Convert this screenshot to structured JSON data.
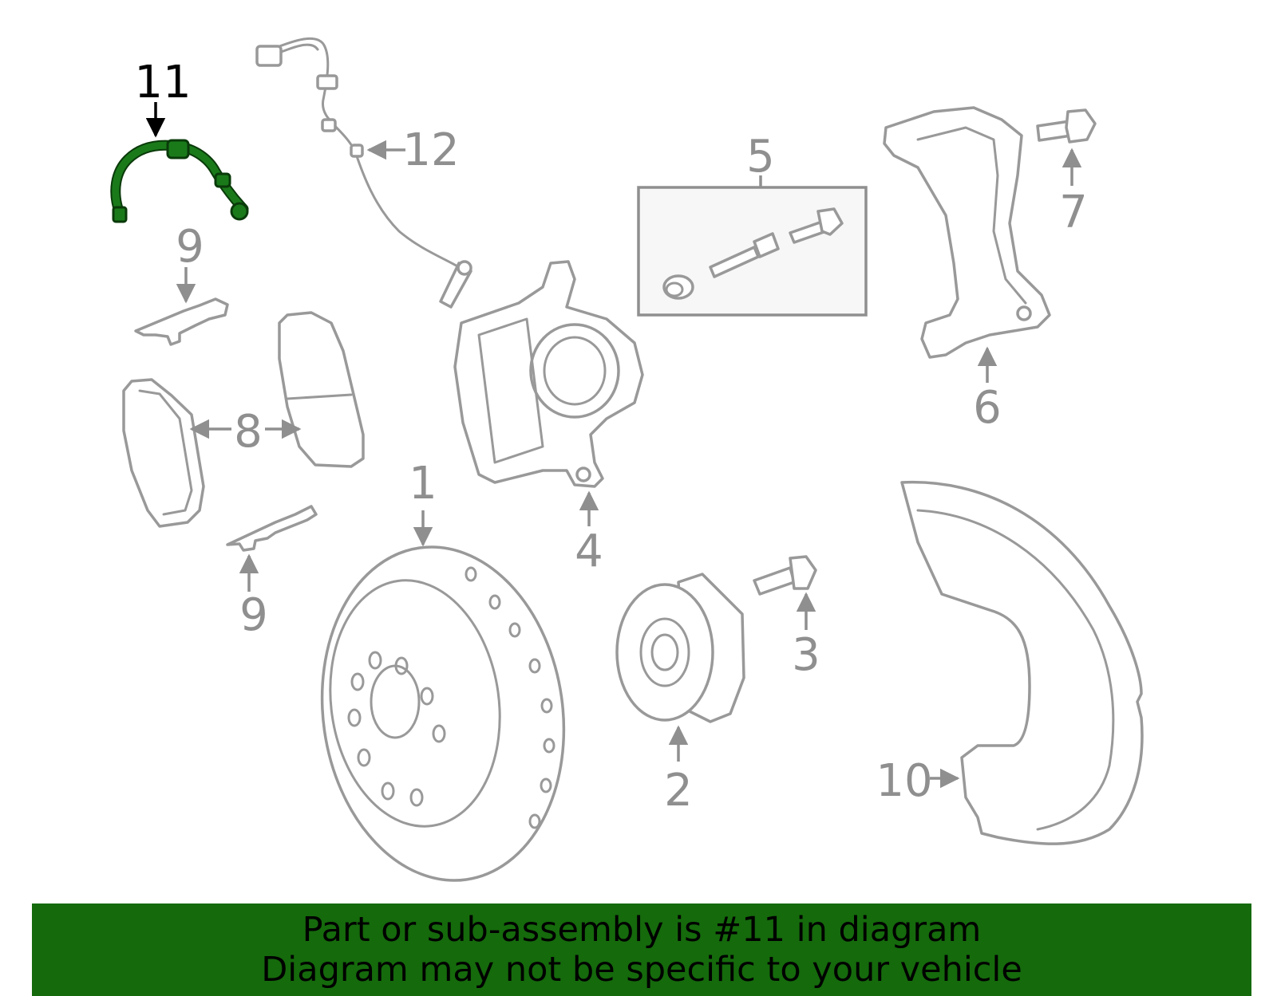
{
  "diagram": {
    "highlight_color": "#156a0c",
    "callouts": [
      {
        "id": "1",
        "label": "1"
      },
      {
        "id": "2",
        "label": "2"
      },
      {
        "id": "3",
        "label": "3"
      },
      {
        "id": "4",
        "label": "4"
      },
      {
        "id": "5",
        "label": "5"
      },
      {
        "id": "6",
        "label": "6"
      },
      {
        "id": "7",
        "label": "7"
      },
      {
        "id": "8",
        "label": "8"
      },
      {
        "id": "9a",
        "label": "9"
      },
      {
        "id": "9b",
        "label": "9"
      },
      {
        "id": "10",
        "label": "10"
      },
      {
        "id": "11",
        "label": "11"
      },
      {
        "id": "12",
        "label": "12"
      }
    ]
  },
  "banner": {
    "line1": "Part or sub-assembly is #11 in diagram",
    "line2": "Diagram may not be specific to your vehicle",
    "background": "#156a0c"
  }
}
